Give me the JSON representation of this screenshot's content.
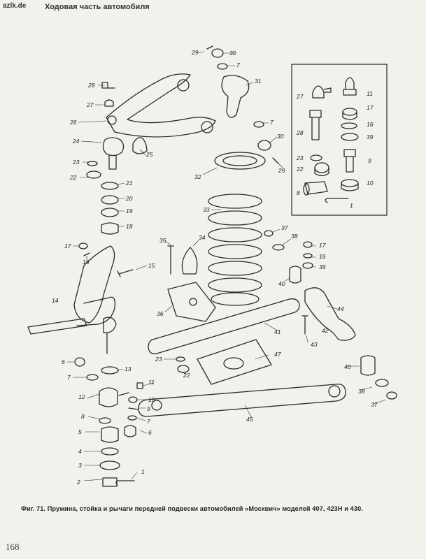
{
  "header": {
    "watermark": "azlk.de",
    "running_head": "Ходовая часть автомобиля"
  },
  "page_number": "168",
  "caption": "Фиг. 71. Пружина, стойка и рычаги передней подвески автомобилей «Москвич» моделей 407, 423Н и 430.",
  "callouts": {
    "c1": "1",
    "c2": "2",
    "c3": "3",
    "c4": "4",
    "c5": "5",
    "c6": "6",
    "c7": "7",
    "c8": "8",
    "c9": "9",
    "c10": "10",
    "c11": "11",
    "c12": "12",
    "c13": "13",
    "c14": "14",
    "c15": "15",
    "c16": "16",
    "c17": "17",
    "c18": "18",
    "c19": "19",
    "c20": "20",
    "c21": "21",
    "c22": "22",
    "c23": "23",
    "c24": "24",
    "c25": "25",
    "c26": "26",
    "c27": "27",
    "c28": "28",
    "c29": "29",
    "c30": "30",
    "c31": "31",
    "c32": "32",
    "c33": "33",
    "c34": "34",
    "c35": "35",
    "c36": "36",
    "c37": "37",
    "c38": "38",
    "c39": "39",
    "c40": "40",
    "c41": "41",
    "c42": "42",
    "c43": "43",
    "c44": "44",
    "c45": "45",
    "c47": "47"
  }
}
